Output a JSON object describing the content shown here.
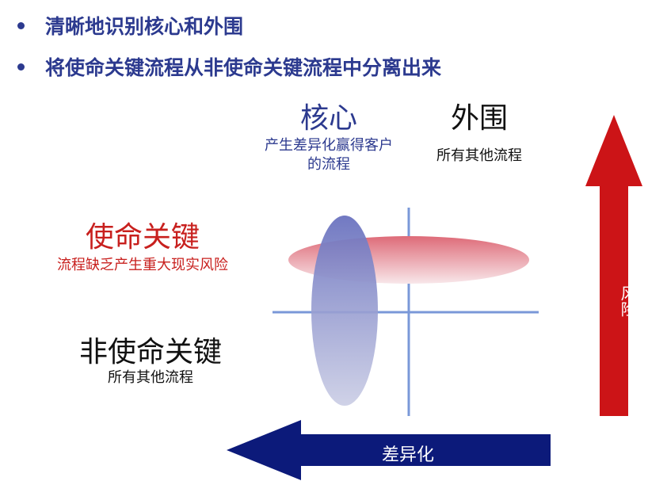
{
  "bullets": [
    "清晰地识别核心和外围",
    "将使命关键流程从非使命关键流程中分离出来"
  ],
  "columns": {
    "core": {
      "title": "核心",
      "desc_line1": "产生差异化赢得客户",
      "desc_line2": "的流程"
    },
    "periphery": {
      "title": "外围",
      "desc": "所有其他流程"
    }
  },
  "rows": {
    "mission_critical": {
      "title": "使命关键",
      "desc": "流程缺乏产生重大现实风险"
    },
    "non_mission_critical": {
      "title": "非使命关键",
      "desc": "所有其他流程"
    }
  },
  "arrows": {
    "risk": {
      "label": "风险",
      "color": "#cc1417"
    },
    "differentiation": {
      "label": "差异化",
      "color": "#0c1a7a"
    }
  },
  "colors": {
    "heading": "#2c3a8f",
    "red_text": "#c8201e",
    "axis": "#7a98d8"
  }
}
